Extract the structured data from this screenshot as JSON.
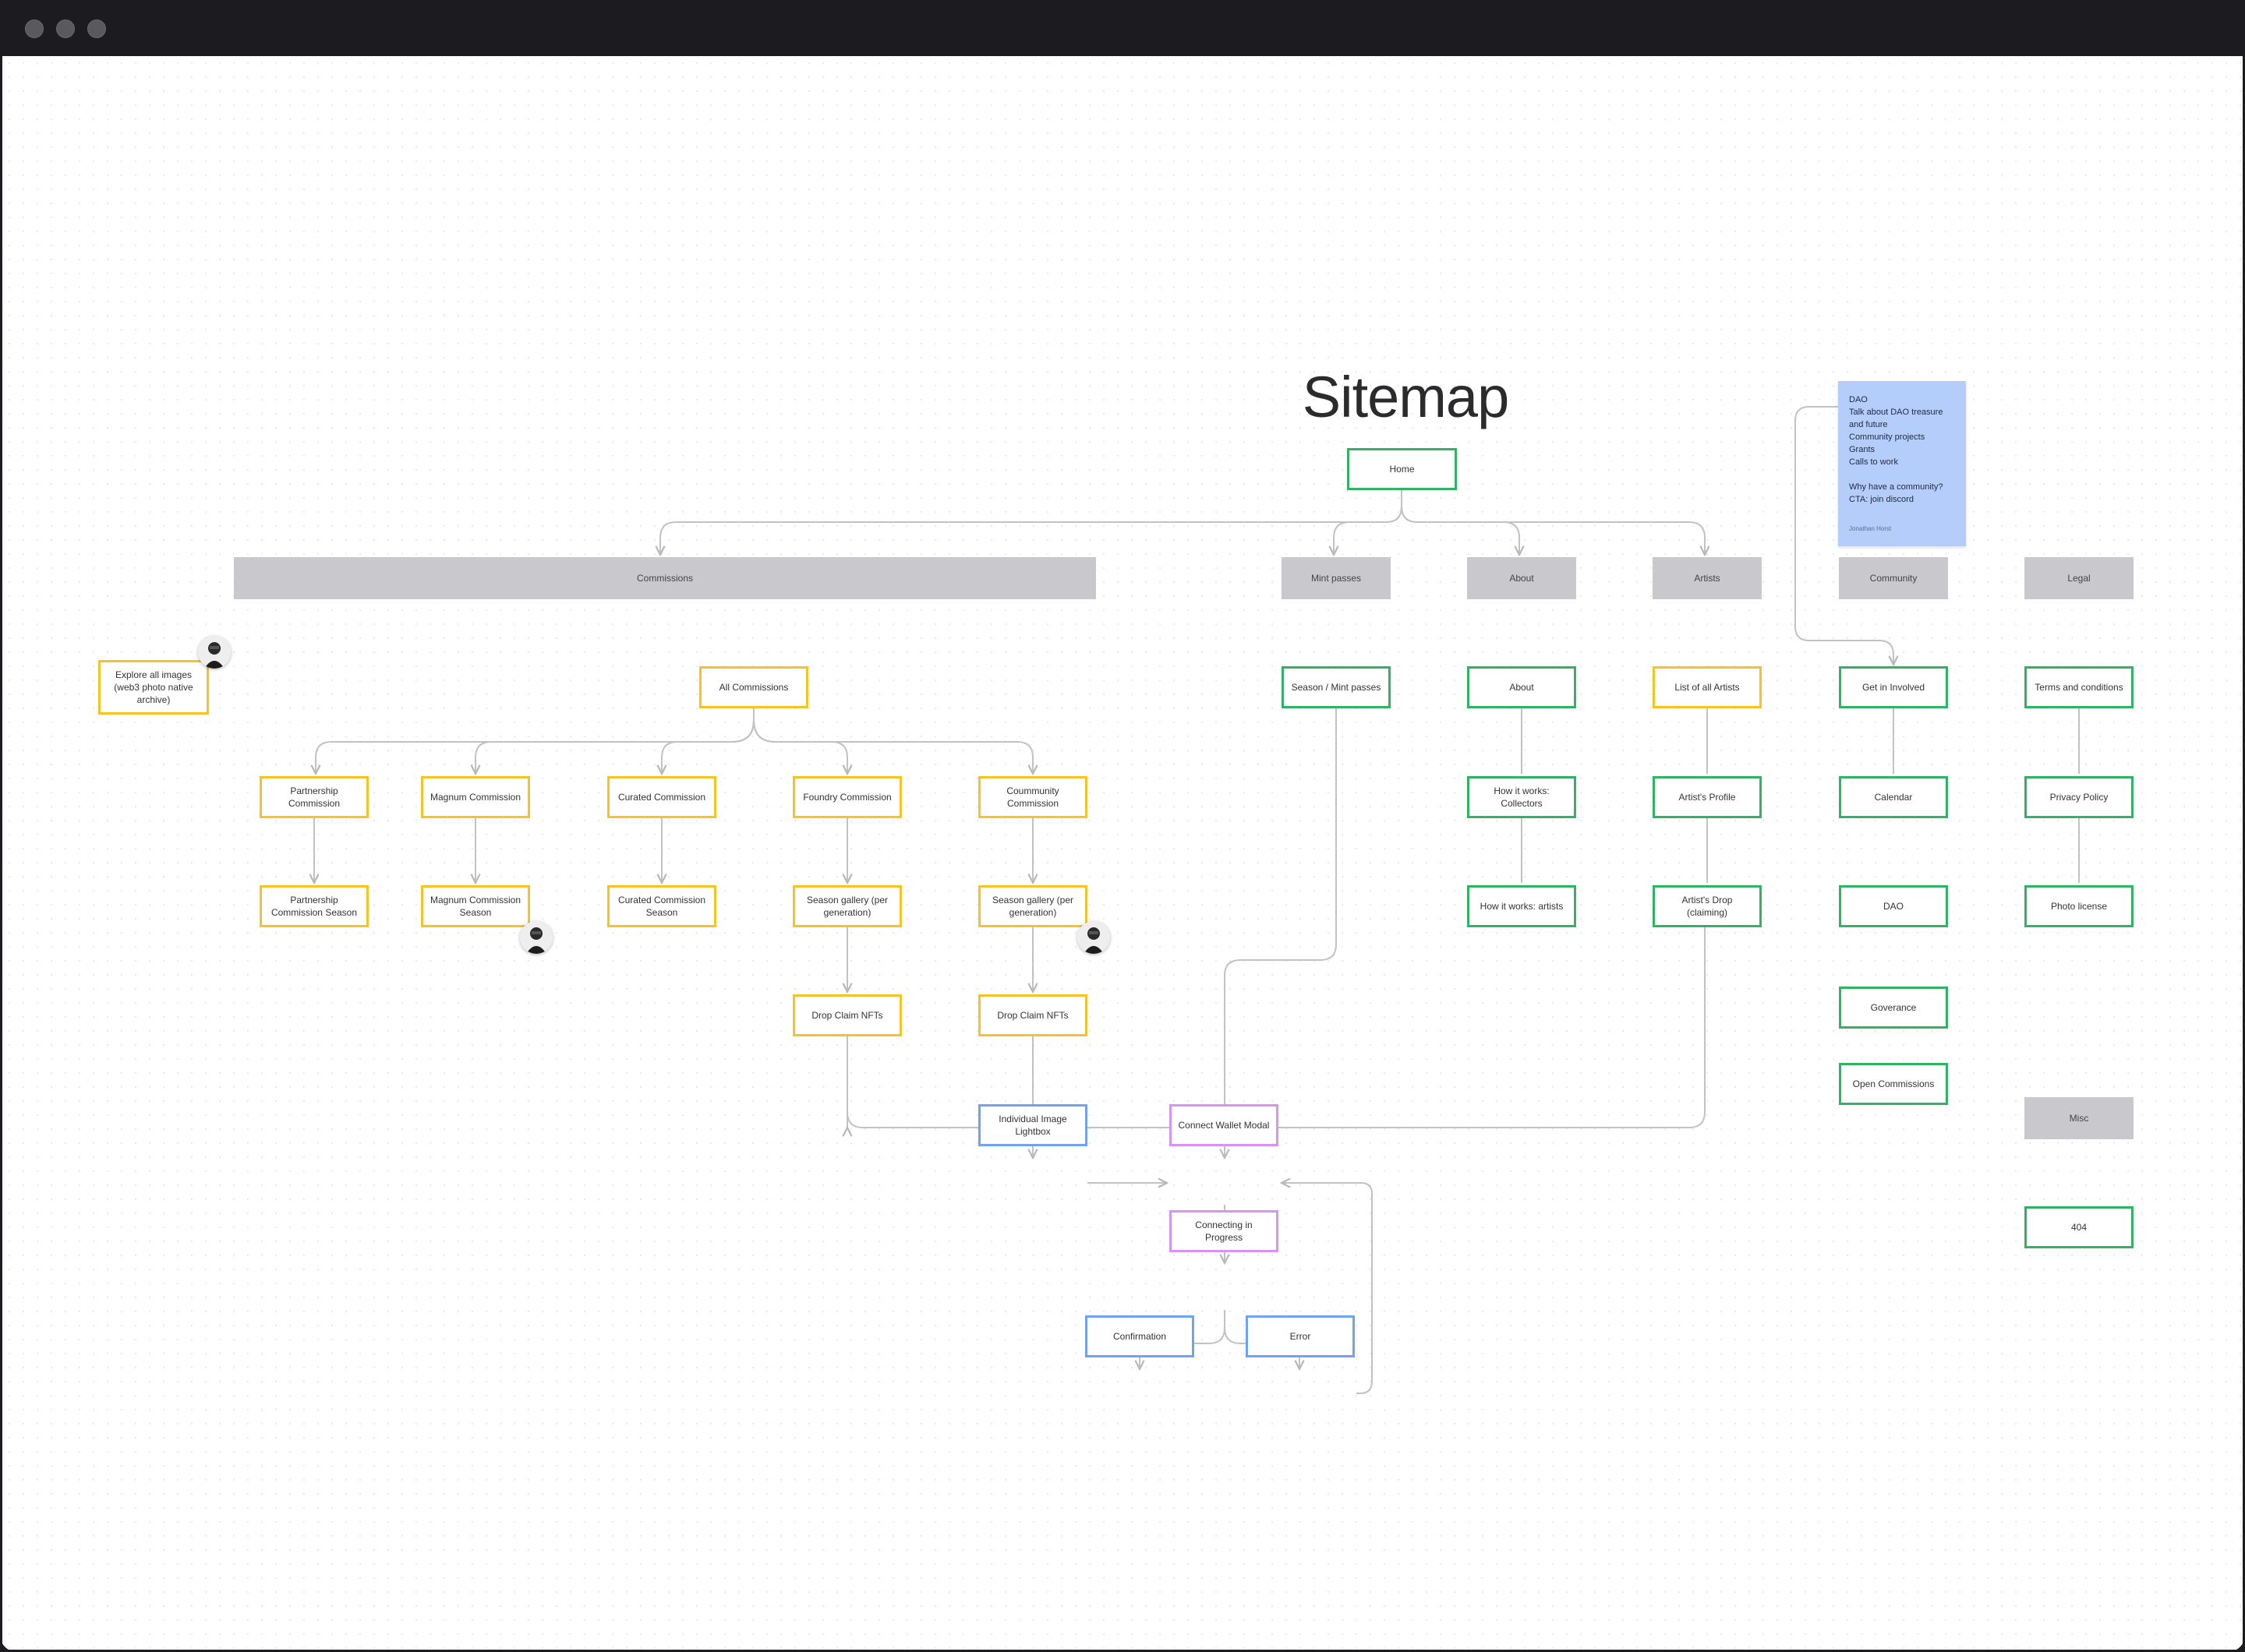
{
  "diagram": {
    "title": "Sitemap",
    "categories": {
      "commissions": "Commissions",
      "mint_passes": "Mint passes",
      "about": "About",
      "artists": "Artists",
      "community": "Community",
      "legal": "Legal",
      "misc": "Misc"
    },
    "nodes": {
      "home": "Home",
      "explore_all_images": "Explore all images (web3 photo native archive)",
      "all_commissions": "All Commissions",
      "partnership_commission": "Partnership Commission",
      "magnum_commission": "Magnum Commission",
      "curated_commission": "Curated Commission",
      "foundry_commission": "Foundry Commission",
      "community_commission": "Coummunity Commission",
      "partnership_commission_season": "Partnership Commission Season",
      "magnum_commission_season": "Magnum Commission Season",
      "curated_commission_season": "Curated Commission Season",
      "foundry_season_gallery": "Season gallery (per generation)",
      "community_season_gallery": "Season gallery (per generation)",
      "foundry_drop_claim": "Drop Claim NFTs",
      "community_drop_claim": "Drop Claim NFTs",
      "individual_image_lightbox": "Individual Image Lightbox",
      "connect_wallet_modal": "Connect Wallet Modal",
      "connecting_in_progress": "Connecting in Progress",
      "confirmation": "Confirmation",
      "error": "Error",
      "season_mint_passes": "Season / Mint passes",
      "about": "About",
      "how_it_works_collectors": "How it works: Collectors",
      "how_it_works_artists": "How it works: artists",
      "list_of_all_artists": "List of all Artists",
      "artists_profile": "Artist's Profile",
      "artists_drop_claiming": "Artist's Drop (claiming)",
      "get_involved": "Get in Involved",
      "calendar": "Calendar",
      "dao": "DAO",
      "governance": "Goverance",
      "open_commissions": "Open Commissions",
      "terms_and_conditions": "Terms and conditions",
      "privacy_policy": "Privacy Policy",
      "photo_license": "Photo license",
      "not_found": "404"
    },
    "sticky_note": {
      "lines": [
        "DAO",
        "Talk about DAO treasure",
        "and future",
        "Community projects",
        "Grants",
        "Calls to work",
        "",
        "Why have a community?",
        "CTA: join discord"
      ],
      "author": "Jonathan Horst"
    },
    "colors": {
      "commission_nodes": "#f7c224",
      "page_nodes": "#2fb463",
      "image_nodes": "#6fa3f0",
      "wallet_nodes": "#dc92f2",
      "category_fill": "#c9c8cc",
      "sticky_note": "#b4cdfa",
      "connector": "#c2c2c6"
    },
    "icons": [
      "avatar-icon"
    ]
  }
}
